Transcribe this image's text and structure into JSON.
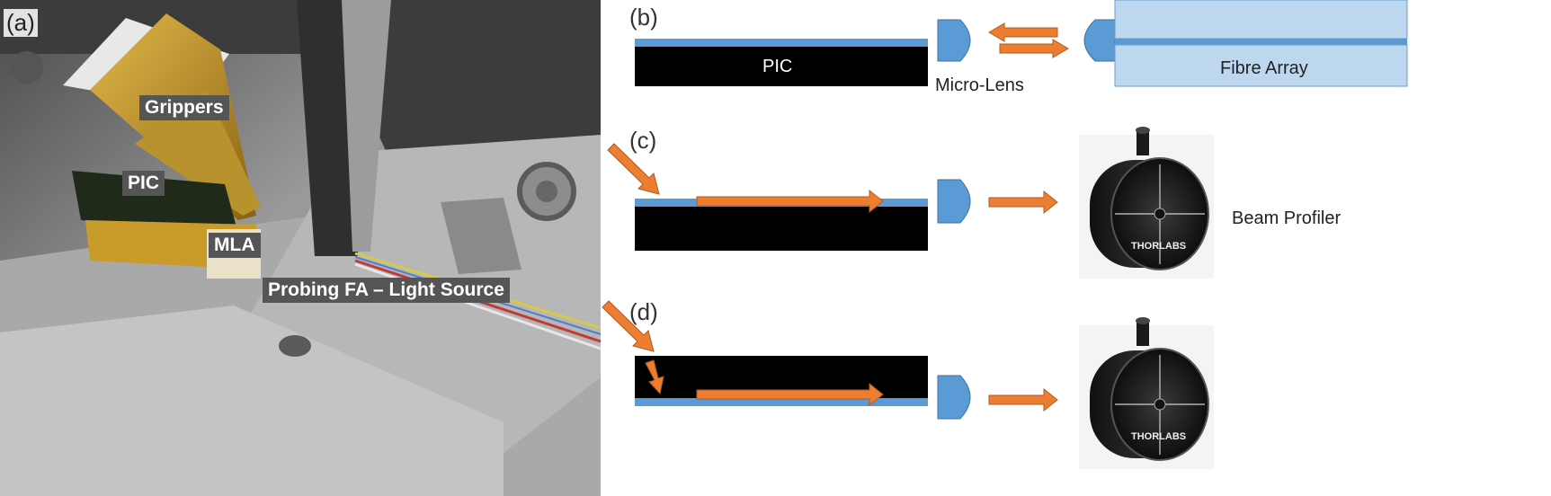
{
  "panel_a": {
    "label": "(a)",
    "callouts": {
      "grippers": "Grippers",
      "pic": "PIC",
      "mla": "MLA",
      "probing": "Probing FA – Light Source"
    }
  },
  "panel_b": {
    "label": "(b)",
    "pic": "PIC",
    "micro_lens": "Micro-Lens",
    "fibre_array": "Fibre Array"
  },
  "panel_c": {
    "label": "(c)",
    "beam_profiler": "Beam Profiler",
    "brand": "THORLABS"
  },
  "panel_d": {
    "label": "(d)",
    "brand": "THORLABS"
  },
  "colors": {
    "waveguide_blue": "#5b9bd5",
    "arrow_orange": "#ed7d31",
    "fibre_fill": "#bdd7ee"
  }
}
